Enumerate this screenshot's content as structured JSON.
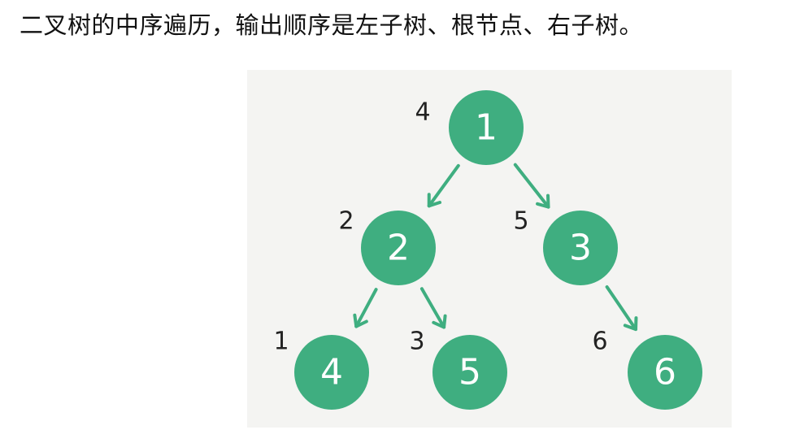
{
  "heading": "二叉树的中序遍历，输出顺序是左子树、根节点、右子树。",
  "colors": {
    "node": "#3fae80",
    "label": "#ffffff",
    "order": "#222222"
  },
  "tree": {
    "nodes": [
      {
        "id": "n1",
        "value": "1",
        "order": "4"
      },
      {
        "id": "n2",
        "value": "2",
        "order": "2"
      },
      {
        "id": "n3",
        "value": "3",
        "order": "5"
      },
      {
        "id": "n4",
        "value": "4",
        "order": "1"
      },
      {
        "id": "n5",
        "value": "5",
        "order": "3"
      },
      {
        "id": "n6",
        "value": "6",
        "order": "6"
      }
    ],
    "edges": [
      {
        "from": "n1",
        "to": "n2"
      },
      {
        "from": "n1",
        "to": "n3"
      },
      {
        "from": "n2",
        "to": "n4"
      },
      {
        "from": "n2",
        "to": "n5"
      },
      {
        "from": "n3",
        "to": "n6"
      }
    ]
  }
}
